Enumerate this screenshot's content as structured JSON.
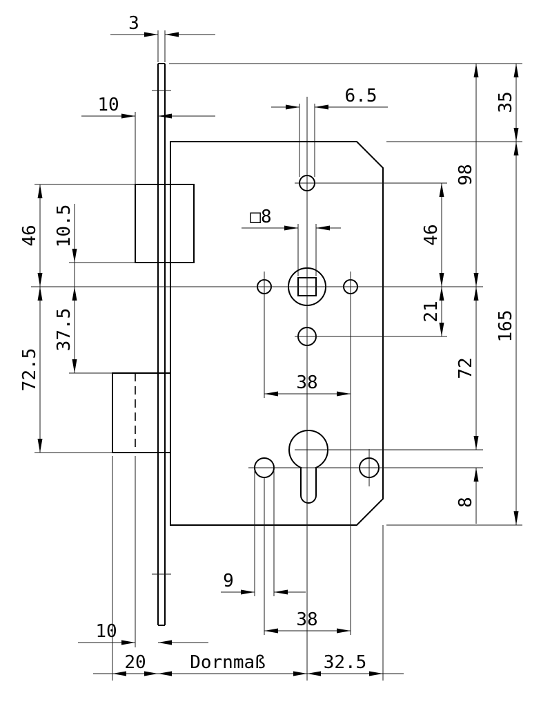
{
  "drawing": {
    "type": "technical-dimension-drawing",
    "subject": "mortise-lock-side-view",
    "dimensions": {
      "faceplate_thickness": "3",
      "latch_protrusion_top": "10",
      "top_hole_diameter": "6.5",
      "faceplate_overhang_top": "35",
      "faceplate_top_to_follower": "98",
      "latch_top_to_follower_left": "46",
      "latch_bottom_to_follower": "10.5",
      "follower_square_size": "□8",
      "top_hole_to_follower": "46",
      "follower_to_lower_hole": "21",
      "case_height": "165",
      "follower_to_deadbolt_top": "37.5",
      "follower_to_deadbolt_bottom": "72.5",
      "follower_to_cylinder": "72",
      "upper_hole_spacing": "38",
      "cylinder_to_hole_offset": "8",
      "lower_hole_diameter": "9",
      "lower_hole_spacing": "38",
      "deadbolt_line_offset": "10",
      "deadbolt_throw": "20",
      "backset_label": "Dornmaß",
      "cylinder_to_case_edge": "32.5"
    }
  }
}
